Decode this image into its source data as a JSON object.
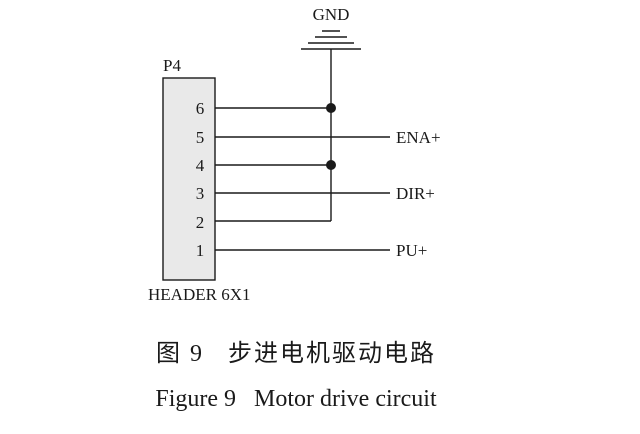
{
  "header": {
    "designator": "P4",
    "part_name": "HEADER 6X1",
    "pins": [
      "6",
      "5",
      "4",
      "3",
      "2",
      "1"
    ]
  },
  "nets": {
    "ground": "GND",
    "enable": "ENA+",
    "direction": "DIR+",
    "pulse": "PU+"
  },
  "caption": {
    "chinese": "图 9   步进电机驱动电路",
    "english": "Figure 9   Motor drive circuit"
  }
}
